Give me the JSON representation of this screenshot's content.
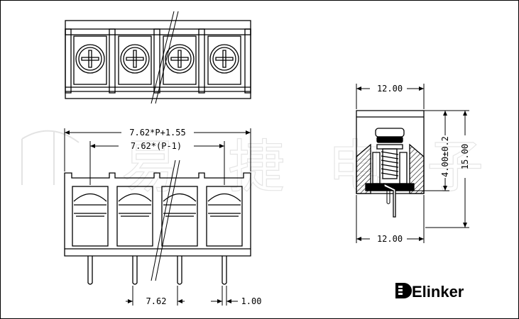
{
  "drawing": {
    "dimensions": {
      "total_length": "7.62*P+1.55",
      "span_length": "7.62*(P-1)",
      "pitch": "7.62",
      "pin_width": "1.00",
      "top_width": "12.00",
      "bottom_width": "12.00",
      "height": "15.00",
      "screw_offset": "4.00±0.2"
    },
    "brand": {
      "name": "Elinker"
    },
    "colors": {
      "line": "#000000",
      "watermark": "#e3e3e3",
      "hatch": "#000000",
      "background": "#ffffff"
    }
  }
}
